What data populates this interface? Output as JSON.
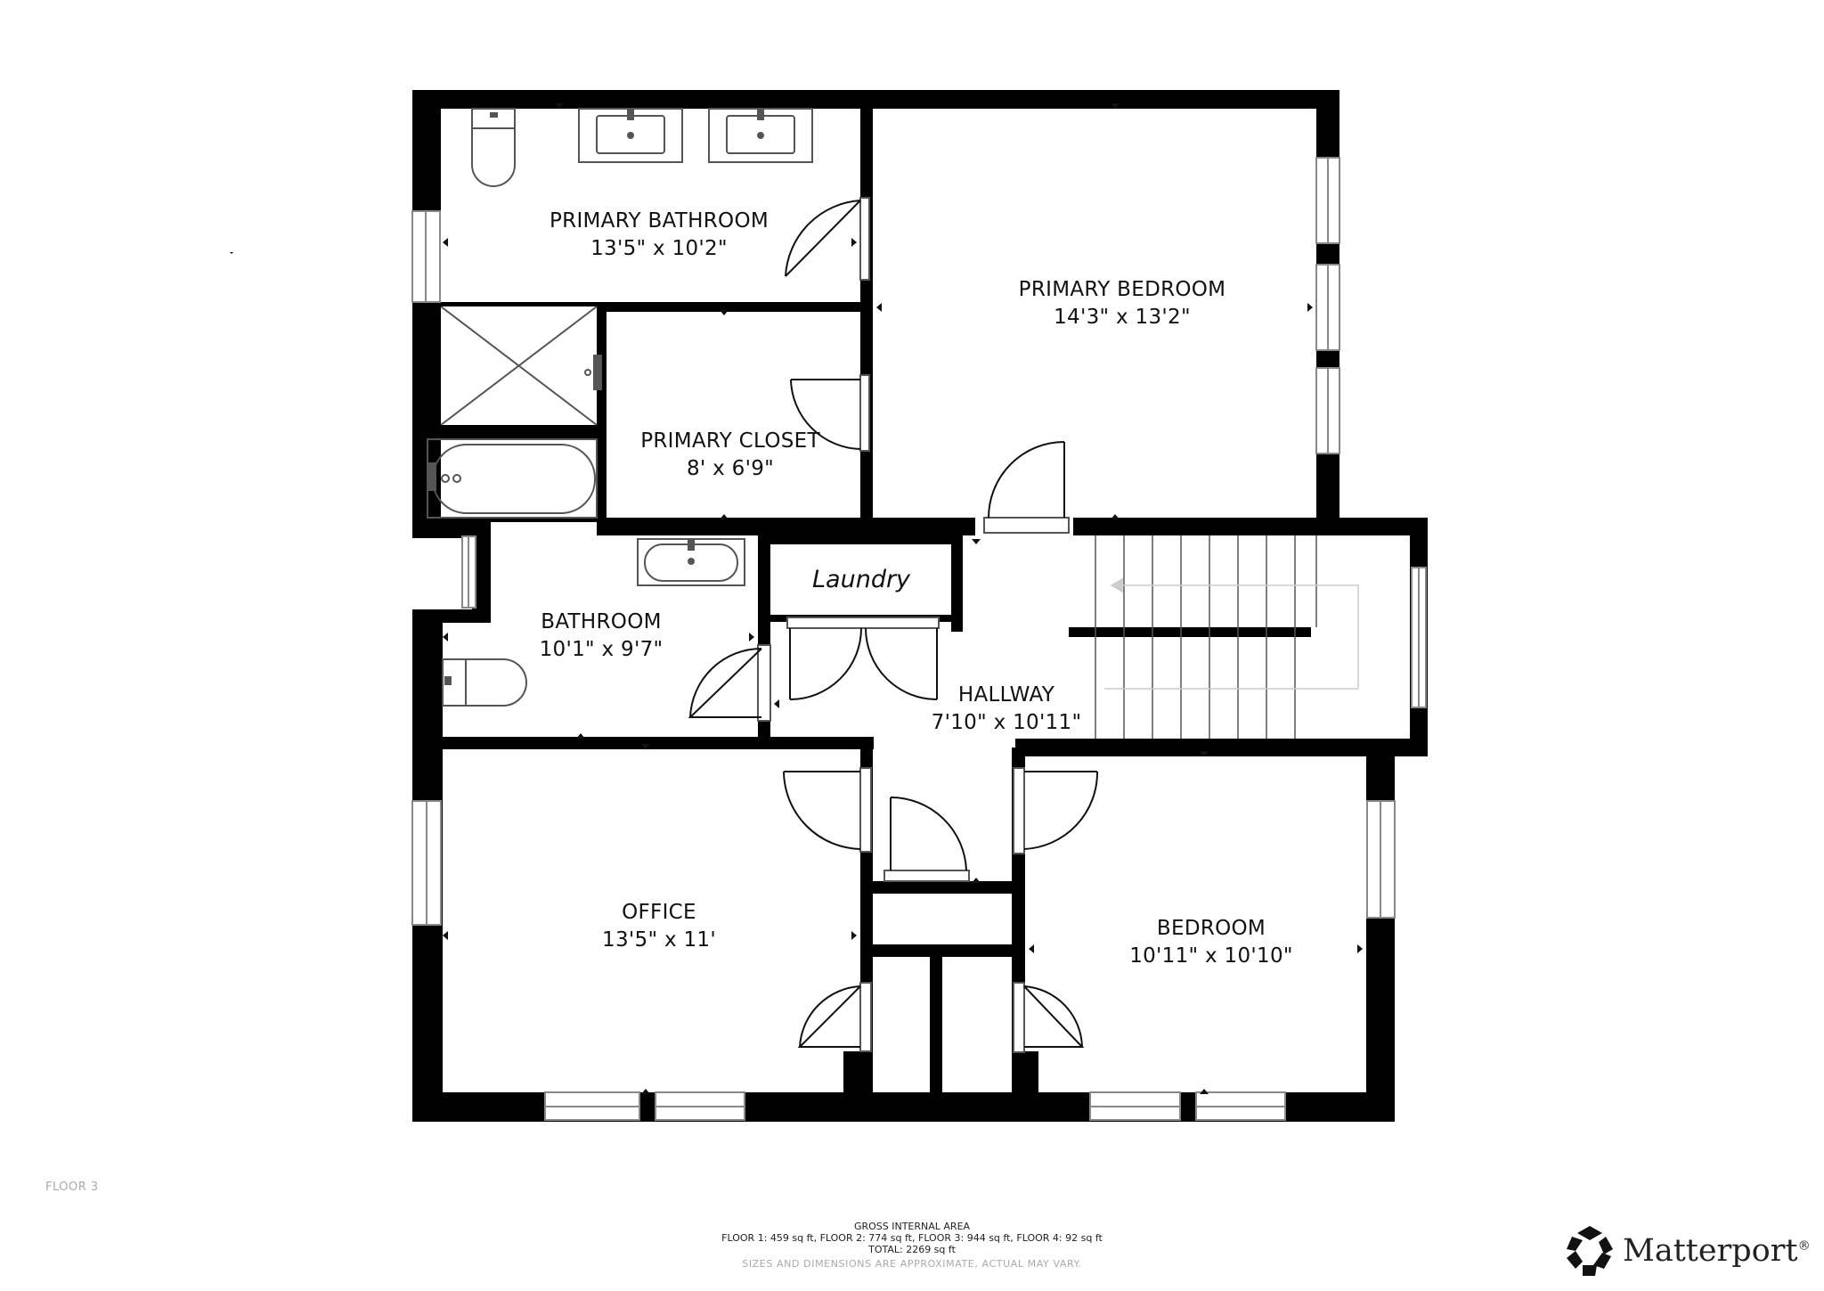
{
  "floor_label": "FLOOR 3",
  "rooms": {
    "primary_bathroom": {
      "name": "PRIMARY BATHROOM",
      "dims": "13'5\" x 10'2\""
    },
    "primary_bedroom": {
      "name": "PRIMARY BEDROOM",
      "dims": "14'3\" x 13'2\""
    },
    "primary_closet": {
      "name": "PRIMARY CLOSET",
      "dims": "8' x 6'9\""
    },
    "bathroom": {
      "name": "BATHROOM",
      "dims": "10'1\" x 9'7\""
    },
    "laundry": {
      "name": "Laundry"
    },
    "hallway": {
      "name": "HALLWAY",
      "dims": "7'10\" x 10'11\""
    },
    "office": {
      "name": "OFFICE",
      "dims": "13'5\" x 11'"
    },
    "bedroom": {
      "name": "BEDROOM",
      "dims": "10'11\" x 10'10\""
    }
  },
  "area_summary": {
    "heading": "GROSS INTERNAL AREA",
    "floors": "FLOOR 1: 459 sq ft, FLOOR 2: 774 sq ft, FLOOR 3: 944 sq ft, FLOOR 4: 92 sq ft",
    "total": "TOTAL: 2269 sq ft",
    "disclaimer": "SIZES AND DIMENSIONS ARE APPROXIMATE, ACTUAL MAY VARY."
  },
  "brand": {
    "name": "Matterport",
    "mark": "®",
    "icon": "matterport-logo-icon"
  },
  "colors": {
    "wall": "#000000",
    "fixture": "#555555",
    "window": "#888888",
    "background": "#ffffff"
  }
}
